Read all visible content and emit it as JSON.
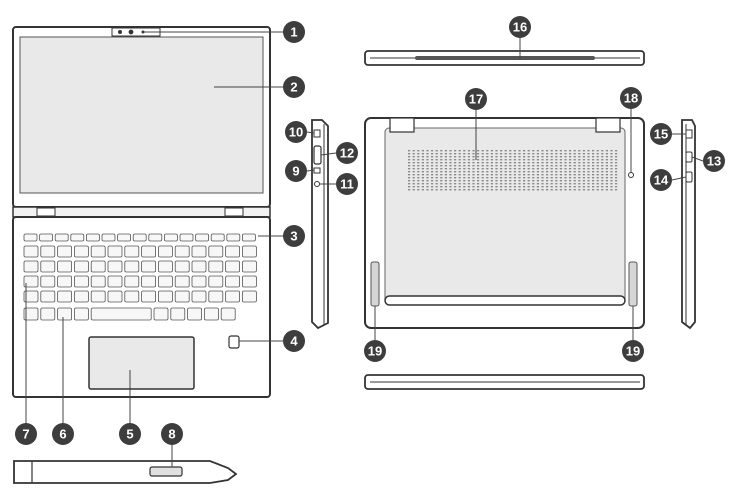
{
  "callouts": [
    {
      "n": "1"
    },
    {
      "n": "2"
    },
    {
      "n": "3"
    },
    {
      "n": "4"
    },
    {
      "n": "5"
    },
    {
      "n": "6"
    },
    {
      "n": "7"
    },
    {
      "n": "8"
    },
    {
      "n": "9"
    },
    {
      "n": "10"
    },
    {
      "n": "11"
    },
    {
      "n": "12"
    },
    {
      "n": "13"
    },
    {
      "n": "14"
    },
    {
      "n": "15"
    },
    {
      "n": "16"
    },
    {
      "n": "17"
    },
    {
      "n": "18"
    },
    {
      "n": "19"
    },
    {
      "n": "19"
    }
  ],
  "colors": {
    "outline": "#333333",
    "callout_fill": "#3d3d3d",
    "panel_fill": "#e9e9e9",
    "key_fill": "#f7f7f7",
    "body_fill": "#f2f2f2"
  }
}
